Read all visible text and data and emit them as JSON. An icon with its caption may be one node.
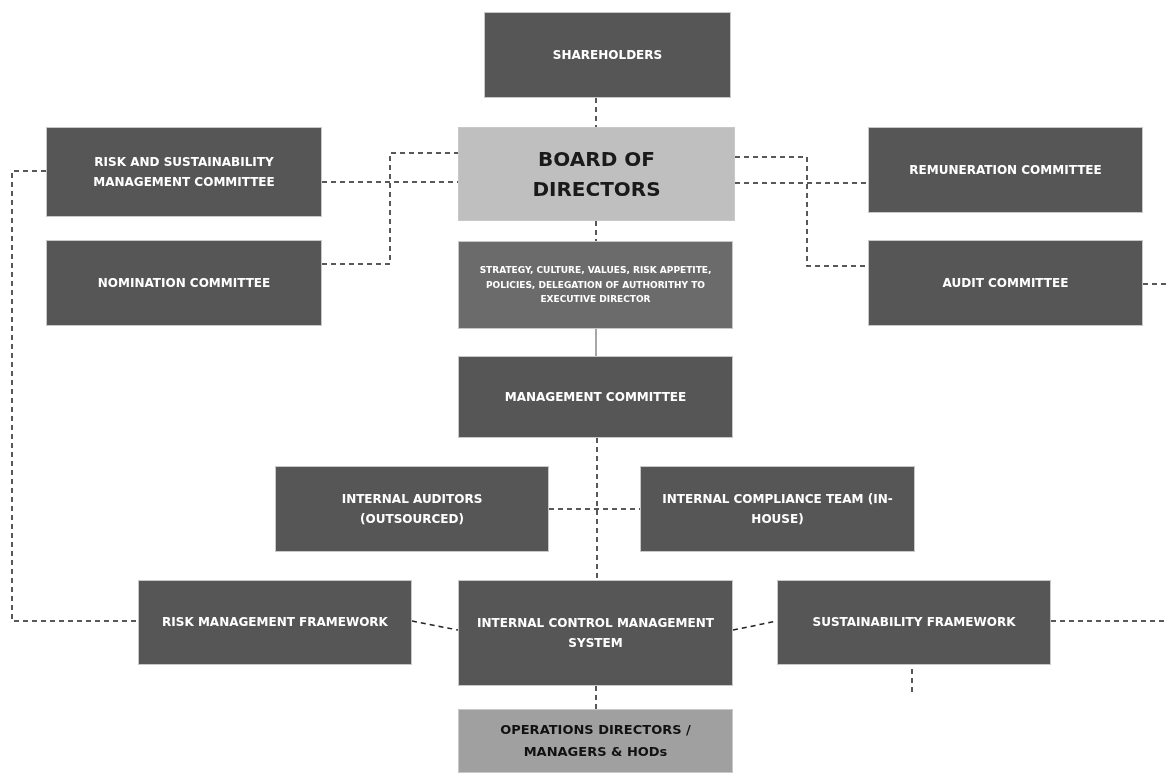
{
  "diagram": {
    "nodes": [
      {
        "text": [
          "SHAREHOLDERS"
        ]
      },
      {
        "text": [
          "BOARD OF DIRECTORS"
        ]
      },
      {
        "text": [
          "RISK AND SUSTAINABILITY MANAGEMENT COMMITTEE"
        ]
      },
      {
        "text": [
          "REMUNERATION COMMITTEE"
        ]
      },
      {
        "text": [
          "NOMINATION COMMITTEE"
        ]
      },
      {
        "text": [
          "STRATEGY, CULTURE, VALUES, RISK APPETITE, POLICIES, DELEGATION OF AUTHORITHY TO EXECUTIVE DIRECTOR"
        ]
      },
      {
        "text": [
          "AUDIT COMMITTEE"
        ]
      },
      {
        "text": [
          "MANAGEMENT COMMITTEE"
        ]
      },
      {
        "text": [
          "INTERNAL AUDITORS (OUTSOURCED)"
        ]
      },
      {
        "text": [
          "INTERNAL COMPLIANCE TEAM (IN-HOUSE)"
        ]
      },
      {
        "text": [
          "RISK MANAGEMENT FRAMEWORK"
        ]
      },
      {
        "text": [
          "INTERNAL CONTROL MANAGEMENT SYSTEM"
        ]
      },
      {
        "text": [
          "SUSTAINABILITY FRAMEWORK"
        ]
      },
      {
        "text": [
          "OPERATIONS DIRECTORS / MANAGERS & HODs"
        ]
      }
    ],
    "edges": [
      {
        "from": 0,
        "to": 1,
        "arrow": "none",
        "style": "dashed"
      },
      {
        "from": 2,
        "to": 1,
        "arrow": "none",
        "style": "dashed"
      },
      {
        "from": 4,
        "to": 1,
        "arrow": "none",
        "style": "dashed"
      },
      {
        "from": 1,
        "to": 3,
        "arrow": "none",
        "style": "dashed"
      },
      {
        "from": 1,
        "to": 6,
        "arrow": "none",
        "style": "dashed"
      },
      {
        "from": 1,
        "to": 5,
        "arrow": "none",
        "style": "dashed"
      },
      {
        "from": 5,
        "to": 7,
        "arrow": "none",
        "color": "#a6a6a6"
      },
      {
        "from": 7,
        "to": 11,
        "arrow": "none",
        "style": "dashed"
      },
      {
        "from": 8,
        "to": 9,
        "arrow": "none",
        "style": "dashed"
      },
      {
        "from": 2,
        "to": 10,
        "arrow": "none",
        "style": "dashed"
      },
      {
        "from": 10,
        "to": 11,
        "arrow": "none",
        "style": "dashed"
      },
      {
        "from": 11,
        "to": 12,
        "arrow": "none",
        "style": "dashed"
      },
      {
        "from": 11,
        "to": 13,
        "arrow": "none",
        "style": "dashed"
      },
      {
        "from": 6,
        "to": null,
        "arrow": "none",
        "style": "dashed"
      },
      {
        "from": 12,
        "to": null,
        "arrow": "none",
        "style": "dashed"
      },
      {
        "from": null,
        "to": 12,
        "arrow": "none",
        "style": "dashed"
      }
    ]
  }
}
